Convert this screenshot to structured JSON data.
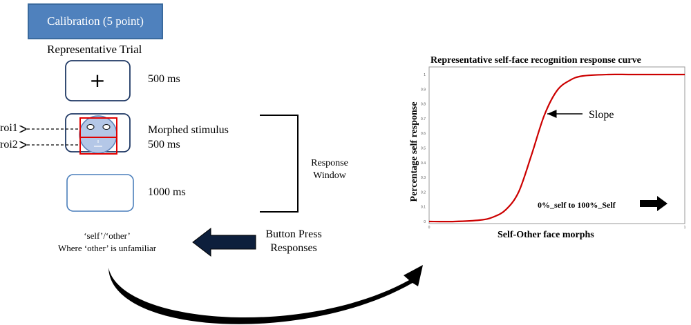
{
  "calibration_label": "Calibration (5 point)",
  "trial_heading": "Representative Trial",
  "steps": [
    {
      "label": "500 ms"
    },
    {
      "label": "Morphed stimulus\n500 ms"
    },
    {
      "label": "1000 ms"
    }
  ],
  "fixation_symbol": "+",
  "roi_labels": [
    "roi1",
    "roi2"
  ],
  "response_window_label": "Response\nWindow",
  "button_press_label": "Button Press\nResponses",
  "choice_text": "‘self’/‘other’\nWhere ‘other’ is unfamiliar",
  "colors": {
    "calibration_fill": "#4f81bd",
    "box_stroke": "#1f3864",
    "blank_box_stroke": "#4a7ebb",
    "roi_box": "#e00000",
    "curve": "#cc0000",
    "arrow_fill": "#0d1f3c"
  },
  "chart_data": {
    "type": "line",
    "title": "Representative self-face recognition response curve",
    "xlabel": "Self-Other face morphs",
    "ylabel": "Percentage self response",
    "xlim": [
      0,
      1
    ],
    "ylim": [
      0,
      1
    ],
    "yticks": [
      "0",
      "0.1",
      "0.2",
      "0.3",
      "0.4",
      "0.5",
      "0.6",
      "0.7",
      "0.8",
      "0.9",
      "1"
    ],
    "xticks": [
      "0",
      "1"
    ],
    "series": [
      {
        "x": [
          0,
          0.1,
          0.2,
          0.25,
          0.3,
          0.35,
          0.4,
          0.45,
          0.5,
          0.55,
          0.6,
          0.7,
          0.8,
          1.0
        ],
        "y": [
          0.0,
          0.0,
          0.01,
          0.03,
          0.08,
          0.2,
          0.45,
          0.72,
          0.89,
          0.96,
          0.99,
          1.0,
          1.0,
          1.0
        ]
      }
    ],
    "annotations": [
      {
        "text": "Slope"
      },
      {
        "text": "0%_self to 100%_Self"
      }
    ],
    "grid": false
  }
}
